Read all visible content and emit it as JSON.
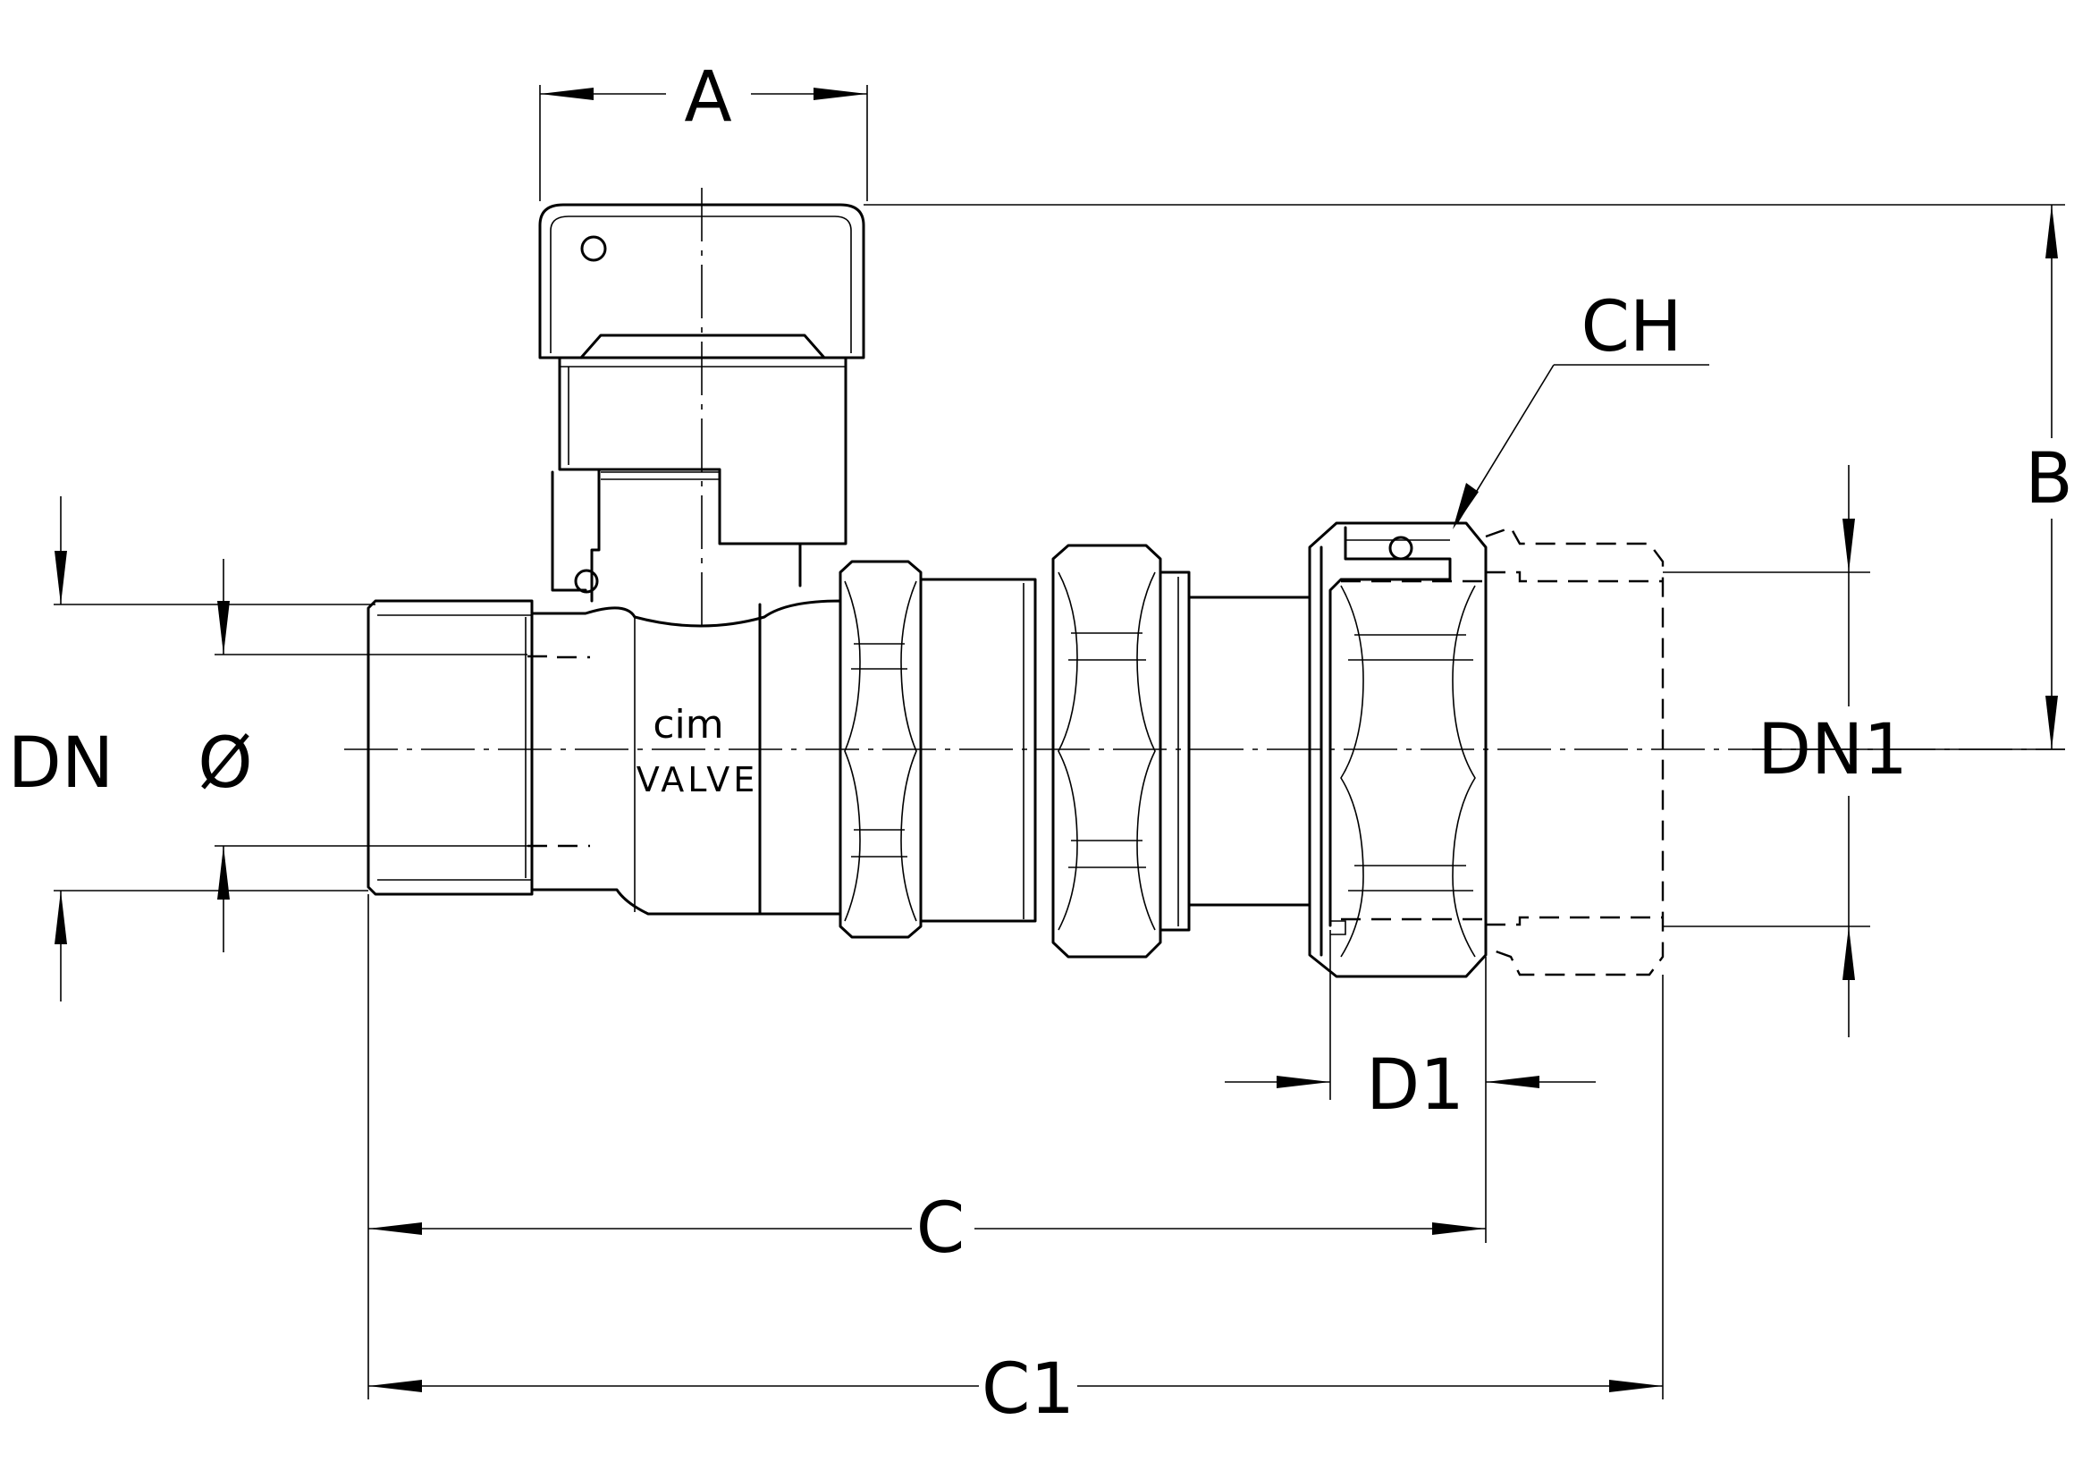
{
  "dimensions": {
    "A": "A",
    "B": "B",
    "CH": "CH",
    "DN": "DN",
    "DN1": "DN1",
    "phi": "Ø",
    "D1": "D1",
    "C": "C",
    "C1": "C1"
  },
  "body_marking": {
    "brand": "cim",
    "word": "VALVE"
  }
}
